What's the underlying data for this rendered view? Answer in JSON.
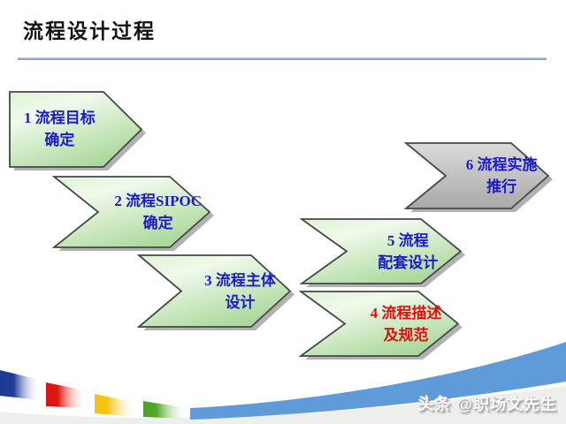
{
  "slide": {
    "title": "流程设计过程",
    "watermark": "头条 @职场文先生"
  },
  "steps": [
    {
      "label_line1": "1 流程目标",
      "label_line2": "确定",
      "shape": "pentagon-arrow",
      "fill": "green",
      "text_color": "#1b1bcb"
    },
    {
      "label_line1": "2 流程SIPOC",
      "label_line2": "确定",
      "shape": "chevron-arrow",
      "fill": "green",
      "text_color": "#1b1bcb"
    },
    {
      "label_line1": "3 流程主体",
      "label_line2": "设计",
      "shape": "chevron-arrow",
      "fill": "green",
      "text_color": "#1b1bcb"
    },
    {
      "label_line1": "4 流程描述",
      "label_line2": "及规范",
      "shape": "chevron-arrow",
      "fill": "green",
      "text_color": "#e30f0f"
    },
    {
      "label_line1": "5 流程",
      "label_line2": "配套设计",
      "shape": "chevron-arrow",
      "fill": "green",
      "text_color": "#1b1bcb"
    },
    {
      "label_line1": "6 流程实施",
      "label_line2": "推行",
      "shape": "chevron-arrow",
      "fill": "gray",
      "text_color": "#1b1bcb"
    }
  ],
  "colors": {
    "title_text": "#141414",
    "title_rule": "#8aa6c6",
    "arrow_green_light": "#f0faeb",
    "arrow_green_dark": "#abd99c",
    "arrow_gray_light": "#dadada",
    "arrow_gray_dark": "#a9a9a9",
    "arrow_border": "#474747",
    "arrow_shadow": "#9d9d9d",
    "step_text_blue": "#1b1bcb",
    "step_text_red": "#e30f0f",
    "footer_bar_navy": "#1c3a92",
    "footer_bar_red": "#d81414",
    "footer_bar_yellow": "#f3c513",
    "footer_bar_green": "#4fa426",
    "footer_swoosh_blue": "#5f9bd8",
    "footer_gray": "#eeeeec"
  }
}
